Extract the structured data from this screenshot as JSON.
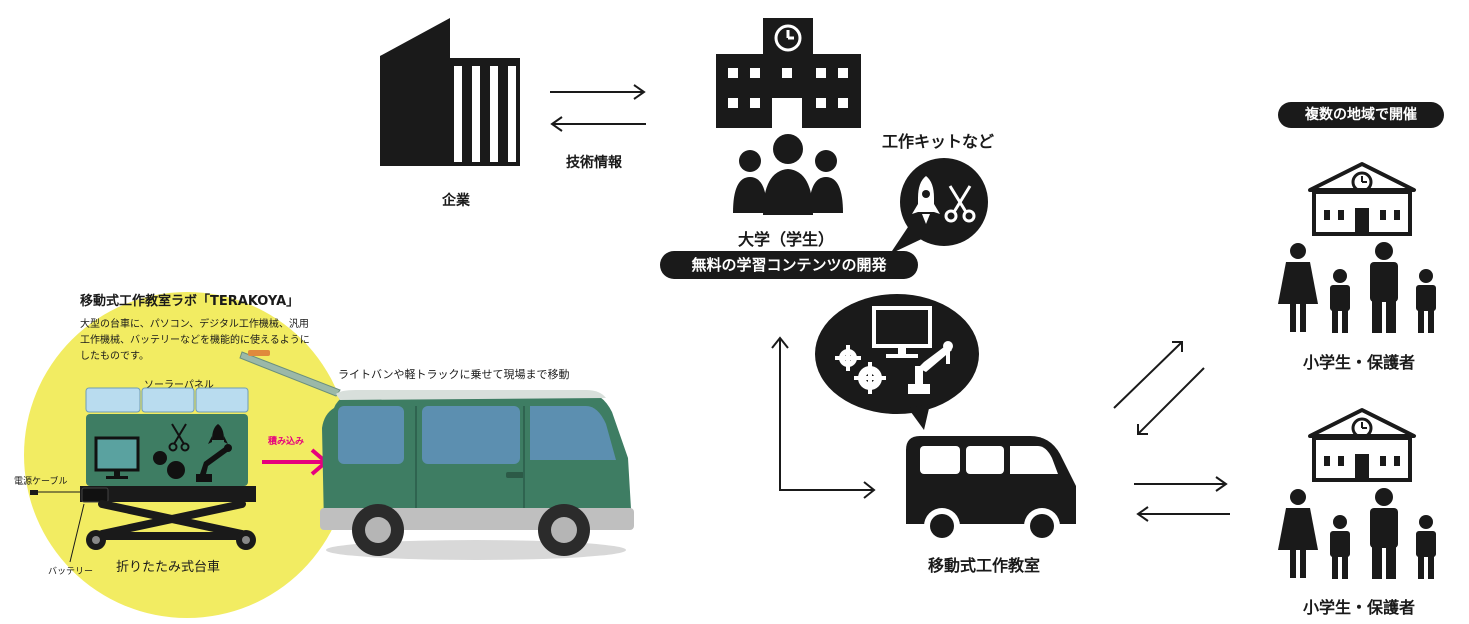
{
  "company": {
    "label": "企業"
  },
  "tech_info": {
    "label": "技術情報"
  },
  "university": {
    "label": "大学（学生）"
  },
  "dev_pill": {
    "label": "無料の学習コンテンツの開発"
  },
  "kit": {
    "label": "工作キットなど"
  },
  "regions_pill": {
    "label": "複数の地域で開催"
  },
  "students_parents": {
    "label_top": "小学生・保護者",
    "label_bottom": "小学生・保護者"
  },
  "mobile_workshop": {
    "label": "移動式工作教室"
  },
  "terakoya": {
    "title": "移動式工作教室ラボ「TERAKOYA」",
    "description_lines": [
      "大型の台車に、パソコン、デジタル工作機械、汎用",
      "工作機械、バッテリーなどを機能的に使えるように",
      "したものです。"
    ],
    "solar_panel": "ソーラーパネル",
    "power_cable": "電源ケーブル",
    "battery": "バッテリー",
    "folding_cart": "折りたたみ式台車",
    "load_in": "積み込み",
    "transport_note": "ライトバンや軽トラックに乗せて現場まで移動"
  },
  "colors": {
    "accent_magenta": "#e6007e",
    "circle_yellow": "#f2ec62",
    "van_green": "#3e7d63",
    "panel_blue": "#b9dcef",
    "dark": "#1a1a1a"
  }
}
